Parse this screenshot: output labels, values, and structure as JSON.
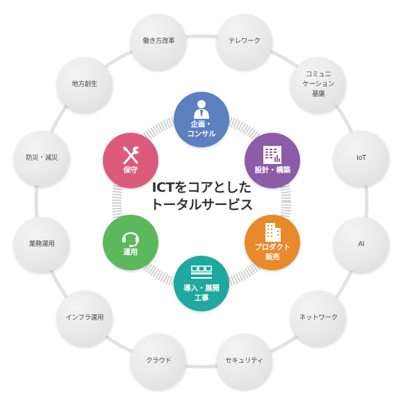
{
  "center": {
    "title": "ICTをコアとした\nトータルサービス"
  },
  "outer_items": [
    "働き方改革",
    "テレワーク",
    "コミュニ\nケーション\n基盤",
    "IoT",
    "AI",
    "ネットワーク",
    "セキュリティ",
    "クラウド",
    "インフラ運用",
    "業務運用",
    "防災・減災",
    "地方創生"
  ],
  "inner_items": [
    {
      "label": "企画・\nコンサル",
      "color": "#5b7fbf",
      "icon": "person-icon"
    },
    {
      "label": "設計・構築",
      "color": "#8c5ca8",
      "icon": "document-chart-icon"
    },
    {
      "label": "プロダクト\n販売",
      "color": "#e8892a",
      "icon": "building-icon"
    },
    {
      "label": "導入・展開\n工事",
      "color": "#1fa8a0",
      "icon": "computers-icon"
    },
    {
      "label": "運用",
      "color": "#5cb85c",
      "icon": "headset-icon"
    },
    {
      "label": "保守",
      "color": "#dc5a7a",
      "icon": "tools-icon"
    }
  ],
  "ring_colors": {
    "outer_line": "#e2e2e2",
    "dash": "#d0d0d0"
  }
}
